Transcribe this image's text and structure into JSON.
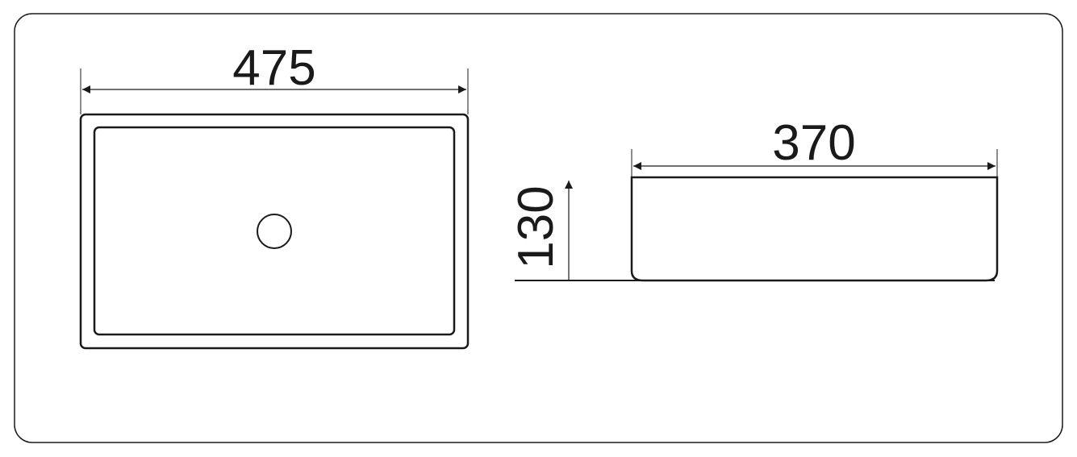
{
  "diagram": {
    "width_label": "475",
    "depth_label": "370",
    "height_label": "130",
    "line_color": "#1a1a1a",
    "background_color": "#ffffff"
  }
}
